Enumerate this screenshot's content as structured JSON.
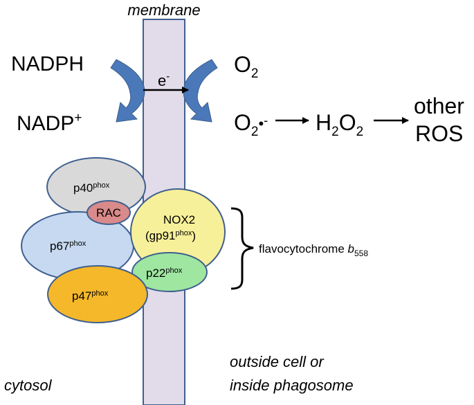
{
  "labels": {
    "membrane": "membrane",
    "cytosol": "cytosol",
    "outside_line1": "outside cell or",
    "outside_line2": "inside phagosome",
    "nadph": "NADPH",
    "nadp": "NADP",
    "nadp_charge": "+",
    "electron": "e",
    "electron_charge": "-",
    "o2": "O",
    "o2_sub": "2",
    "superoxide": "O",
    "superoxide_sub": "2",
    "superoxide_radical": "•",
    "superoxide_charge": "-",
    "h2o2_h": "H",
    "h2o2_sub1": "2",
    "h2o2_o": "O",
    "h2o2_sub2": "2",
    "other": "other",
    "ros": "ROS",
    "flavo_text": "flavocytochrome ",
    "flavo_b": "b",
    "flavo_sub": "558"
  },
  "proteins": {
    "p40": {
      "name": "p40",
      "sup": "phox"
    },
    "rac": {
      "name": "RAC"
    },
    "p67": {
      "name": "p67",
      "sup": "phox"
    },
    "nox2": {
      "name": "NOX2",
      "alt_open": "(gp91",
      "alt_sup": "phox",
      "alt_close": ")"
    },
    "p22": {
      "name": "p22",
      "sup": "phox"
    },
    "p47": {
      "name": "p47",
      "sup": "phox"
    }
  },
  "colors": {
    "membrane_fill": "#e1dbea",
    "membrane_stroke": "#3e5f8f",
    "arrow_blue": "#4a78b8",
    "p40_fill": "#d9d9d9",
    "rac_fill": "#d98a8a",
    "p67_fill": "#c6d9f0",
    "nox2_fill": "#f7f09a",
    "p22_fill": "#9fe6a0",
    "p47_fill": "#f5b82a",
    "ellipse_stroke": "#3e5f8f"
  }
}
